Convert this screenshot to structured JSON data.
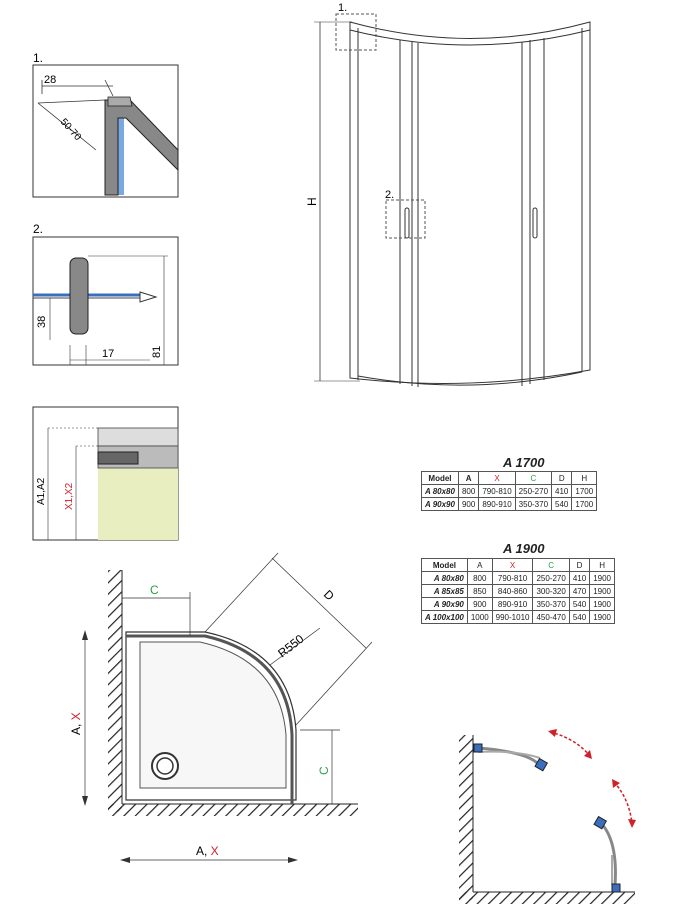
{
  "colors": {
    "red": "#d0202a",
    "green": "#2aa040",
    "blue_glass": "#7aa8e0",
    "panel": "#e8eec0"
  },
  "detail1": {
    "label": "1.",
    "width": "28",
    "depth": "50-70"
  },
  "detail2": {
    "label": "2.",
    "d38": "38",
    "d17": "17",
    "d81": "81"
  },
  "detail3": {
    "a_label": "A1,A2",
    "x_label": "X1,X2"
  },
  "main_view": {
    "callout1": "1.",
    "callout2": "2.",
    "height": "H"
  },
  "plan": {
    "c_top": "C",
    "d_label": "D",
    "radius": "R550",
    "c_side": "C",
    "ax_side_a": "A, ",
    "ax_side_x": "X",
    "ax_bottom_a": "A, ",
    "ax_bottom_x": "X"
  },
  "table1700": {
    "title": "A 1700",
    "headers": [
      "Model",
      "A",
      "X",
      "C",
      "D",
      "H"
    ],
    "rows": [
      [
        "A 80x80",
        "800",
        "790-810",
        "250-270",
        "410",
        "1700"
      ],
      [
        "A 90x90",
        "900",
        "890-910",
        "350-370",
        "540",
        "1700"
      ]
    ]
  },
  "table1900": {
    "title": "A 1900",
    "headers": [
      "Model",
      "A",
      "X",
      "C",
      "D",
      "H"
    ],
    "rows": [
      [
        "A 80x80",
        "800",
        "790-810",
        "250-270",
        "410",
        "1900"
      ],
      [
        "A 85x85",
        "850",
        "840-860",
        "300-320",
        "470",
        "1900"
      ],
      [
        "A 90x90",
        "900",
        "890-910",
        "350-370",
        "540",
        "1900"
      ],
      [
        "A 100x100",
        "1000",
        "990-1010",
        "450-470",
        "540",
        "1900"
      ]
    ]
  }
}
